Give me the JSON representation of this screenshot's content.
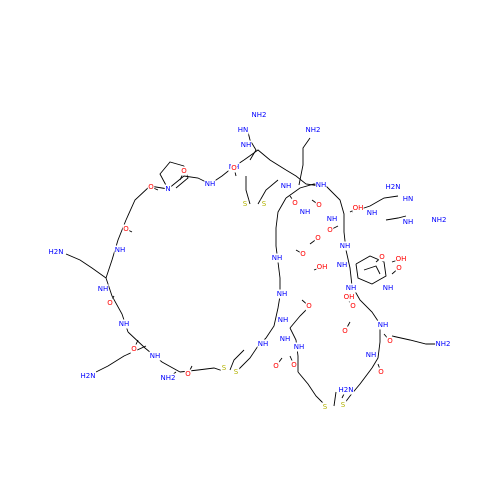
{
  "colors": {
    "N": "#0000ff",
    "O": "#ff0000",
    "S": "#b2b200",
    "bond": "#000000",
    "background": "#ffffff"
  },
  "atoms": [
    {
      "id": "nh2_top",
      "label": "NH2",
      "element": "N"
    },
    {
      "id": "hn_guan_top",
      "label": "HN",
      "element": "N"
    },
    {
      "id": "nh2_guan_top",
      "label": "NH2",
      "element": "N"
    },
    {
      "id": "nh_guan_top",
      "label": "NH",
      "element": "N"
    },
    {
      "id": "h2n_right",
      "label": "H2N",
      "element": "N"
    },
    {
      "id": "hn_right",
      "label": "HN",
      "element": "N"
    },
    {
      "id": "nh2_right_guan",
      "label": "NH2",
      "element": "N"
    },
    {
      "id": "nh_right_guan",
      "label": "NH",
      "element": "N"
    },
    {
      "id": "h2n_left",
      "label": "H2N",
      "element": "N"
    },
    {
      "id": "h2n_bottom_left",
      "label": "H2N",
      "element": "N"
    },
    {
      "id": "nh2_amide_left",
      "label": "NH2",
      "element": "N"
    },
    {
      "id": "nh2_right_lys",
      "label": "NH2",
      "element": "N"
    },
    {
      "id": "h2n_bottom",
      "label": "H2N",
      "element": "N"
    },
    {
      "id": "nh_a",
      "label": "NH",
      "element": "N"
    },
    {
      "id": "nh_b",
      "label": "NH",
      "element": "N"
    },
    {
      "id": "nh_c",
      "label": "NH",
      "element": "N"
    },
    {
      "id": "nh_d",
      "label": "NH",
      "element": "N"
    },
    {
      "id": "nh_e",
      "label": "NH",
      "element": "N"
    },
    {
      "id": "nh_f",
      "label": "NH",
      "element": "N"
    },
    {
      "id": "nh_g",
      "label": "NH",
      "element": "N"
    },
    {
      "id": "nh_h",
      "label": "NH",
      "element": "N"
    },
    {
      "id": "nh_i",
      "label": "NH",
      "element": "N"
    },
    {
      "id": "nh_j",
      "label": "NH",
      "element": "N"
    },
    {
      "id": "nh_k",
      "label": "NH",
      "element": "N"
    },
    {
      "id": "nh_l",
      "label": "NH",
      "element": "N"
    },
    {
      "id": "nh_m",
      "label": "NH",
      "element": "N"
    },
    {
      "id": "nh_n",
      "label": "NH",
      "element": "N"
    },
    {
      "id": "nh_o",
      "label": "NH",
      "element": "N"
    },
    {
      "id": "nh_p",
      "label": "NH",
      "element": "N"
    },
    {
      "id": "nh_q",
      "label": "NH",
      "element": "N"
    },
    {
      "id": "nh_r",
      "label": "NH",
      "element": "N"
    },
    {
      "id": "nh_s",
      "label": "NH",
      "element": "N"
    },
    {
      "id": "nh_t",
      "label": "NH",
      "element": "N"
    },
    {
      "id": "nh_u",
      "label": "NH",
      "element": "N"
    },
    {
      "id": "nh_v",
      "label": "NH",
      "element": "N"
    },
    {
      "id": "nh_w",
      "label": "NH",
      "element": "N"
    },
    {
      "id": "n_pro",
      "label": "N",
      "element": "N"
    },
    {
      "id": "o_a",
      "label": "O",
      "element": "O"
    },
    {
      "id": "o_b",
      "label": "O",
      "element": "O"
    },
    {
      "id": "o_c",
      "label": "O",
      "element": "O"
    },
    {
      "id": "o_d",
      "label": "O",
      "element": "O"
    },
    {
      "id": "o_e",
      "label": "O",
      "element": "O"
    },
    {
      "id": "o_f",
      "label": "O",
      "element": "O"
    },
    {
      "id": "o_g",
      "label": "O",
      "element": "O"
    },
    {
      "id": "o_h",
      "label": "O",
      "element": "O"
    },
    {
      "id": "o_i",
      "label": "O",
      "element": "O"
    },
    {
      "id": "o_j",
      "label": "O",
      "element": "O"
    },
    {
      "id": "o_k",
      "label": "O",
      "element": "O"
    },
    {
      "id": "o_l",
      "label": "O",
      "element": "O"
    },
    {
      "id": "o_m",
      "label": "O",
      "element": "O"
    },
    {
      "id": "o_n",
      "label": "O",
      "element": "O"
    },
    {
      "id": "o_o",
      "label": "O",
      "element": "O"
    },
    {
      "id": "o_p",
      "label": "O",
      "element": "O"
    },
    {
      "id": "o_q",
      "label": "O",
      "element": "O"
    },
    {
      "id": "o_r",
      "label": "O",
      "element": "O"
    },
    {
      "id": "o_s",
      "label": "O",
      "element": "O"
    },
    {
      "id": "o_t",
      "label": "O",
      "element": "O"
    },
    {
      "id": "o_u",
      "label": "O",
      "element": "O"
    },
    {
      "id": "oh_a",
      "label": "OH",
      "element": "O"
    },
    {
      "id": "oh_b",
      "label": "OH",
      "element": "O"
    },
    {
      "id": "oh_c",
      "label": "OH",
      "element": "O"
    },
    {
      "id": "oh_d",
      "label": "OH",
      "element": "O"
    },
    {
      "id": "s_a",
      "label": "S",
      "element": "S"
    },
    {
      "id": "s_b",
      "label": "S",
      "element": "S"
    },
    {
      "id": "s_c",
      "label": "S",
      "element": "S"
    },
    {
      "id": "s_d",
      "label": "S",
      "element": "S"
    },
    {
      "id": "s_e",
      "label": "S",
      "element": "S"
    },
    {
      "id": "s_f",
      "label": "S",
      "element": "S"
    }
  ]
}
